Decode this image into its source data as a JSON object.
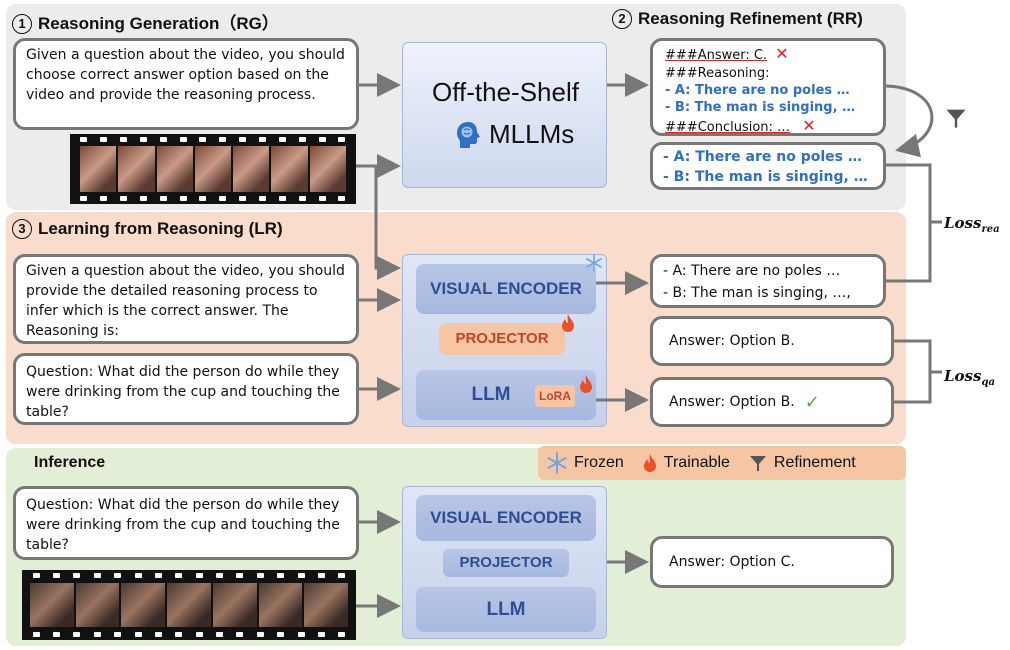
{
  "sections": {
    "rg": {
      "num": "1",
      "title": "Reasoning Generation（RG）"
    },
    "rr": {
      "num": "2",
      "title": "Reasoning Refinement (RR)"
    },
    "lr": {
      "num": "3",
      "title": "Learning from Reasoning (LR)"
    },
    "inference": {
      "title": "Inference"
    }
  },
  "rg_prompt": "Given a question about the video, you should choose correct answer option based on the video and provide the reasoning process.",
  "mllm": {
    "line1": "Off-the-Shelf",
    "line2": "MLLMs",
    "icon": "brain-head-icon"
  },
  "rr_output": {
    "answer_hash": "###",
    "answer_text": "Answer: C.",
    "reasoning_line": "###Reasoning:",
    "reason_a": "- A: There are no poles …",
    "reason_b": "- B: The man is singing, …",
    "conclusion_hash": "###",
    "conclusion_text": "Conclusion: …",
    "mark_wrong": "✕"
  },
  "refined": {
    "a": "- A: There are no poles …",
    "b": "- B: The man is singing, …"
  },
  "lr_prompt": "Given a question about the video, you should provide the detailed reasoning process to infer which is the correct answer. The Reasoning is:",
  "lr_question": "Question: What did the person do while they were drinking from the cup and touching the table?",
  "model": {
    "visual_encoder": "VISUAL ENCODER",
    "projector": "PROJECTOR",
    "llm": "LLM",
    "lora": "LoRA"
  },
  "lr_reasoning": {
    "a": "- A: There are no poles …",
    "b": "- B: The man is singing, …,"
  },
  "lr_answer_gt": "Answer: Option B.",
  "lr_answer_pred": "Answer: Option B.",
  "check_mark": "✓",
  "loss_rea": {
    "base": "Loss",
    "sub": "rea"
  },
  "loss_qa": {
    "base": "Loss",
    "sub": "qa"
  },
  "legend": {
    "frozen": "Frozen",
    "trainable": "Trainable",
    "refinement": "Refinement"
  },
  "inf_question": "Question: What did the person do while they were drinking from the cup and touching the table?",
  "inf_answer": "Answer: Option C.",
  "colors": {
    "rg_bg": "#ececec",
    "lr_bg": "#f9dccb",
    "inf_bg": "#e2eed6",
    "accent_blue": "#2f6fc4",
    "trainable_orange": "#c0452b",
    "wrong_red": "#e02020",
    "check_green": "#5aa84a"
  }
}
